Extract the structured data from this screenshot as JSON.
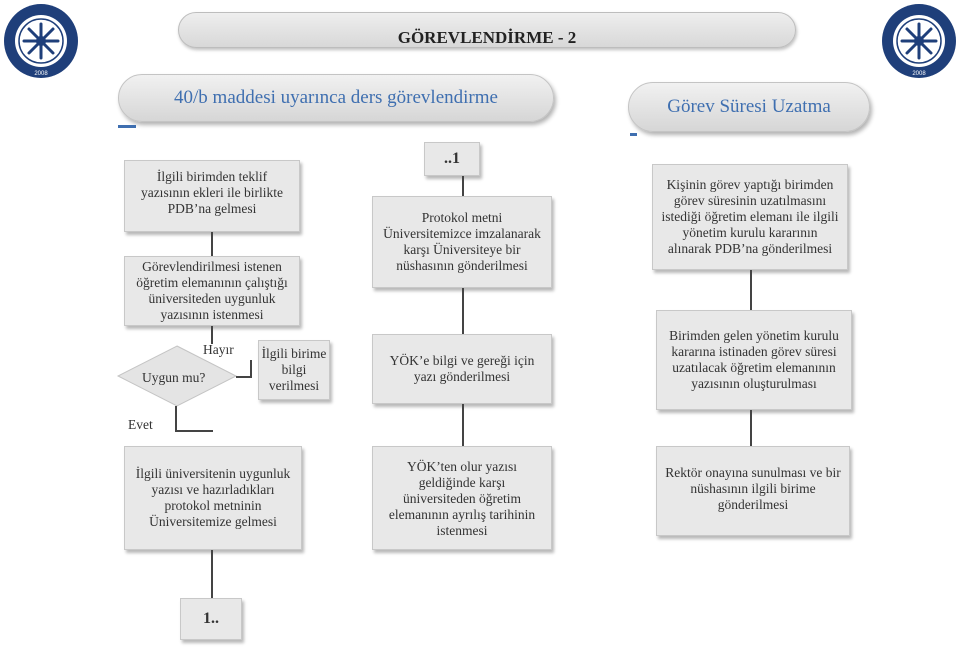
{
  "header": {
    "title": "GÖREVLENDİRME - 2"
  },
  "sections": {
    "left_title": "40/b maddesi uyarınca ders görevlendirme",
    "right_title": "Görev Süresi Uzatma"
  },
  "left_flow": {
    "step1": "İlgili birimden  teklif yazısının ekleri ile birlikte PDB’na gelmesi",
    "step2": "Görevlendirilmesi istenen öğretim elemanının çalıştığı üniversiteden uygunluk yazısının istenmesi",
    "decision": "Uygun mu?",
    "no_label": "Hayır",
    "no_result": "İlgili birime bilgi verilmesi",
    "yes_label": "Evet",
    "step3": "İlgili üniversitenin uygunluk yazısı ve hazırladıkları protokol metninin Üniversitemize gelmesi",
    "connector_out": "1.."
  },
  "middle_flow": {
    "connector_in": "..1",
    "step1": "Protokol metni Üniversitemizce imzalanarak karşı Üniversiteye bir nüshasının gönderilmesi",
    "step2": "YÖK’e bilgi ve gereği için yazı gönderilmesi",
    "step3": "YÖK’ten olur yazısı geldiğinde karşı üniversiteden öğretim elemanının ayrılış tarihinin istenmesi"
  },
  "right_flow": {
    "step1": "Kişinin görev yaptığı birimden görev süresinin uzatılmasını istediği öğretim elemanı ile ilgili yönetim kurulu kararının alınarak PDB’na gönderilmesi",
    "step2": "Birimden gelen yönetim kurulu kararına istinaden görev süresi uzatılacak öğretim elemanının yazısının oluşturulması",
    "step3": "Rektör onayına sunulması ve bir nüshasının ilgili birime gönderilmesi"
  },
  "colors": {
    "accent": "#3f6fb0",
    "box_fill": "#e8e8e8",
    "logo_blue": "#1f3f7a"
  }
}
